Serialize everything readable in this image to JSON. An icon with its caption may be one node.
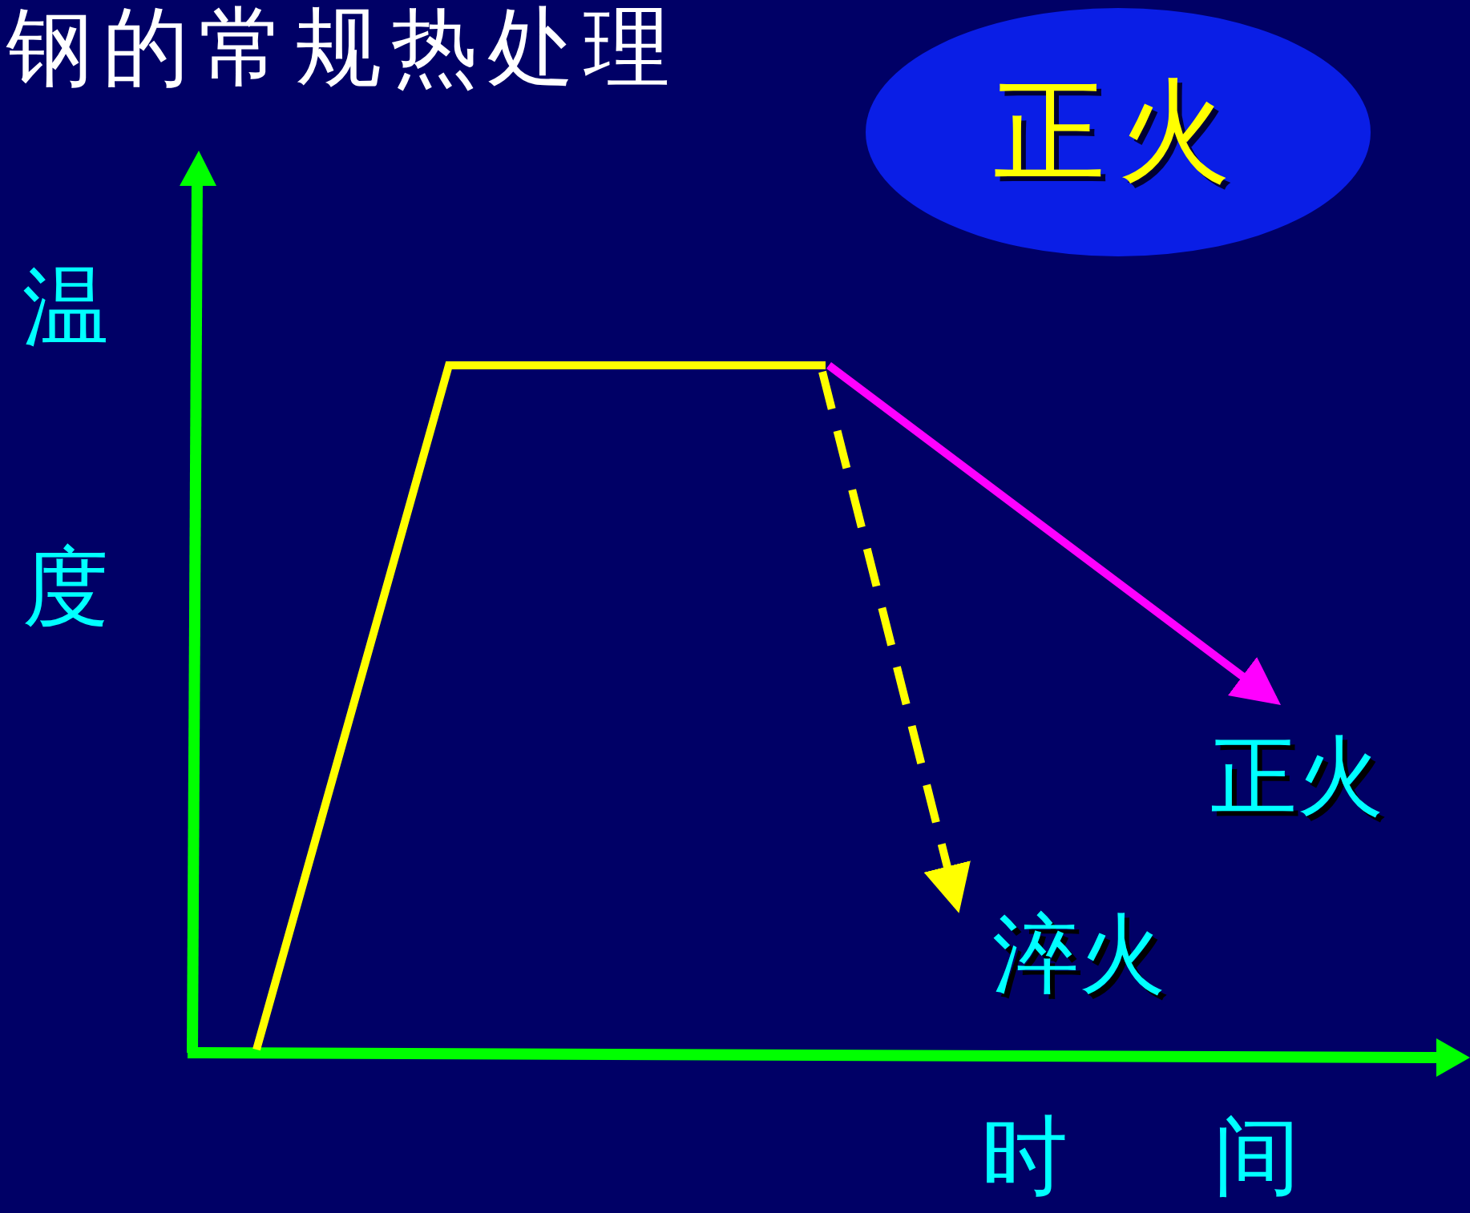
{
  "diagram": {
    "title": "钢的常规热处理",
    "nodes": [
      {
        "text": [
          "正火"
        ]
      },
      {
        "text": [
          "正火"
        ]
      },
      {
        "text": [
          "淬火"
        ]
      }
    ],
    "edges": [
      {
        "from": null,
        "to": 1,
        "arrow": "to",
        "color": "#ff00ff"
      },
      {
        "from": null,
        "to": 2,
        "arrow": "to",
        "style": "dashed",
        "color": "#ffff00"
      }
    ],
    "labels": [
      "温",
      "度",
      "时",
      "间"
    ]
  }
}
